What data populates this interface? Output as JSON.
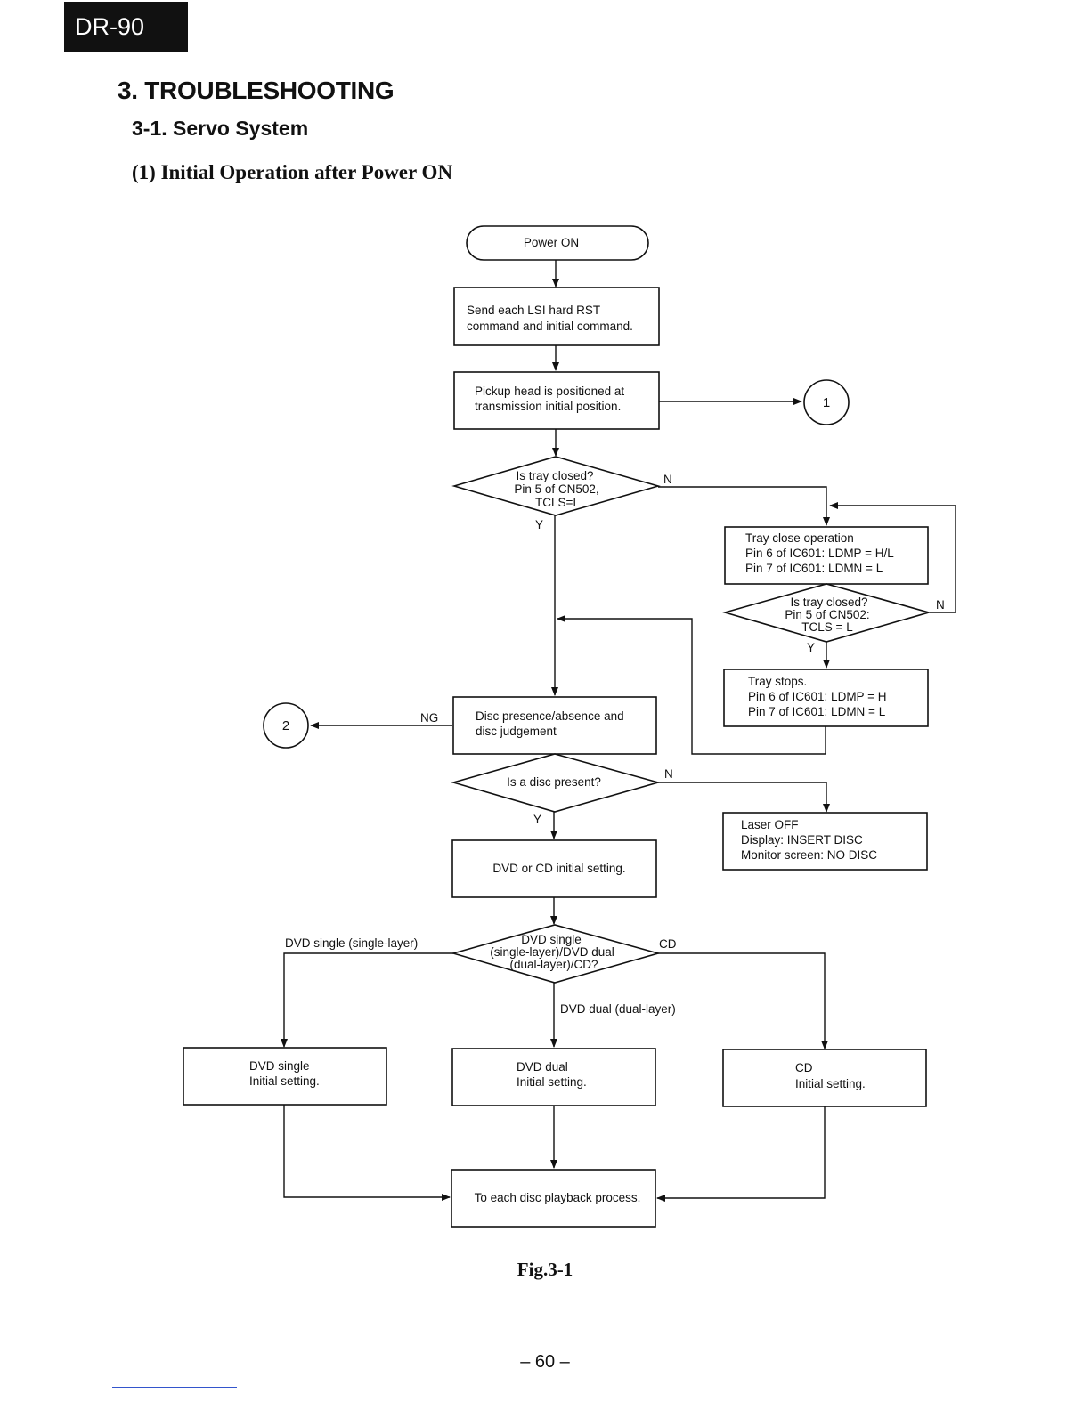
{
  "header": {
    "model": "DR-90",
    "section_title": "3. TROUBLESHOOTING",
    "subsection_title": "3-1. Servo System",
    "item_title": "(1)  Initial Operation after Power ON"
  },
  "flowchart": {
    "power_on": "Power ON",
    "send_rst": [
      "Send each LSI hard RST",
      "command and initial command."
    ],
    "pickup": [
      "Pickup head is positioned at",
      "transmission initial position."
    ],
    "connector_1": "1",
    "tray_q1": [
      "Is tray closed?",
      "Pin 5 of CN502,",
      "TCLS=L"
    ],
    "tray_close_op": [
      "Tray close operation",
      "Pin 6 of IC601: LDMP = H/L",
      "Pin 7 of IC601: LDMN = L"
    ],
    "tray_q2": [
      "Is tray closed?",
      "Pin 5 of CN502:",
      "TCLS = L"
    ],
    "tray_stops": [
      "Tray stops.",
      "Pin 6 of IC601: LDMP = H",
      "Pin 7 of IC601: LDMN = L"
    ],
    "disc_judge": [
      "Disc presence/absence and",
      "disc judgement"
    ],
    "connector_2": "2",
    "disc_q": "Is a disc present?",
    "laser_off": [
      "Laser OFF",
      "Display: INSERT DISC",
      "Monitor screen: NO DISC"
    ],
    "dvd_cd_init": "DVD or CD initial setting.",
    "type_q": [
      "DVD single",
      "(single-layer)/DVD dual",
      "(dual-layer)/CD?"
    ],
    "dvd_single_box": [
      "DVD single",
      "Initial setting."
    ],
    "dvd_dual_box": [
      "DVD dual",
      "Initial setting."
    ],
    "cd_box": [
      "CD",
      "Initial setting."
    ],
    "playback": "To each disc playback process.",
    "labels": {
      "y": "Y",
      "n": "N",
      "ng": "NG",
      "dvd_single_branch": "DVD single (single-layer)",
      "dvd_dual_branch": "DVD dual (dual-layer)",
      "cd_branch": "CD"
    }
  },
  "figure_caption": "Fig.3-1",
  "page_number": "– 60 –"
}
